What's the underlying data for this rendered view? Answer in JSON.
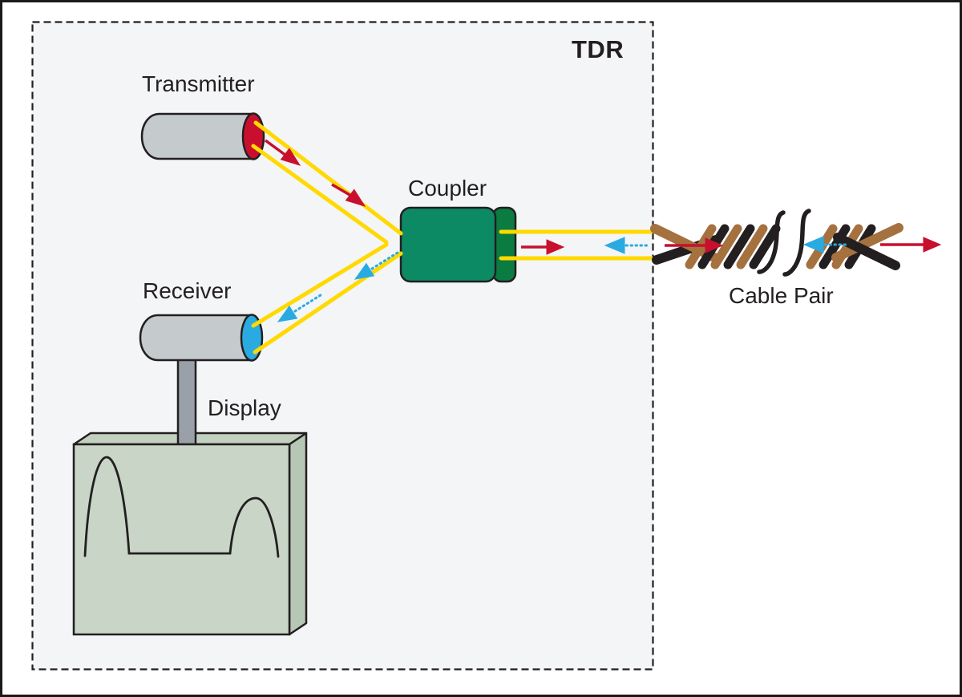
{
  "diagram": {
    "title": "TDR",
    "labels": {
      "transmitter": "Transmitter",
      "coupler": "Coupler",
      "receiver": "Receiver",
      "display": "Display",
      "cable_pair": "Cable Pair"
    }
  },
  "colors": {
    "canvas_bg": "#ffffff",
    "panel_bg": "#f3f5f6",
    "ink": "#231f20",
    "fiber_yellow": "#ffd900",
    "signal_red": "#c8102e",
    "reflect_blue": "#29abe2",
    "device_gray": "#c5cacd",
    "stem_gray": "#9aa0a7",
    "transmitter_cap": "#c8102e",
    "receiver_cap": "#29abe2",
    "coupler_green": "#0c8a63",
    "coupler_cap_green": "#0a7b41",
    "display_front": "#c9d5c7",
    "display_top": "#c2d0c0",
    "display_side": "#b6c7b5",
    "wire_brown": "#a5713f",
    "wire_black": "#231f20"
  }
}
